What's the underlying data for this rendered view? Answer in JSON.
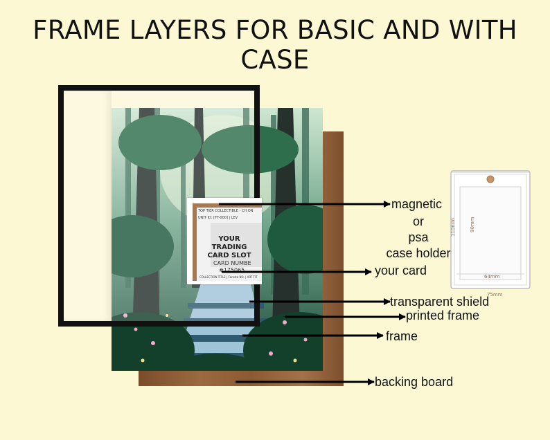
{
  "title": "FRAME LAYERS FOR BASIC AND WITH CASE",
  "labels": {
    "magnetic": "magnetic",
    "or": "or",
    "psa": "psa",
    "case_holder": "case holder",
    "your_card": "your card",
    "transparent_shield": "transparent shield",
    "printed_frame": "printed frame",
    "frame": "frame",
    "backing_board": "backing board"
  },
  "card": {
    "header": "TOP TIER COLLECTIBLE - CH ON",
    "unit_id": "UNIT ID: [TT-000] | LEV",
    "slot_line1": "YOUR",
    "slot_line2": "TRADING",
    "slot_line3": "CARD SLOT",
    "number_label": "CARD NUMBE",
    "number": "#175065",
    "footer": "COLLECTION TITLE | Foresta NO. | ART TIT"
  },
  "case_dims": {
    "height": "90mm",
    "outer_height": "110mm",
    "width": "64mm",
    "outer_width": "75mm"
  },
  "colors": {
    "background": "#fdf8d4",
    "backing": "#8a5a33",
    "frame": "#111111",
    "arrow": "#000000"
  }
}
